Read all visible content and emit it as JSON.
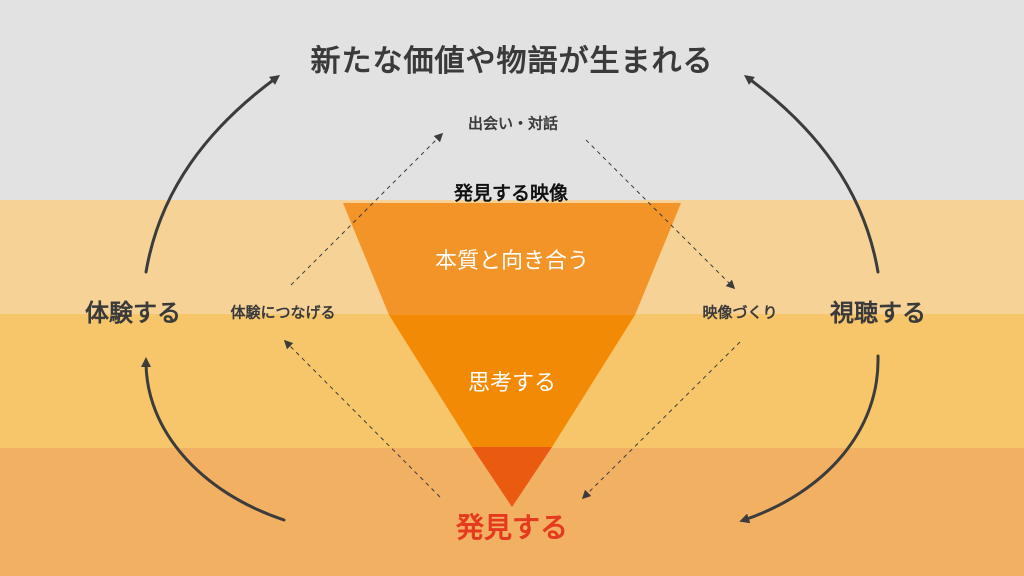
{
  "colors": {
    "gray_band": "#e2e2e2",
    "band_1": "#f6d296",
    "band_2": "#f7c66a",
    "band_3": "#f2b063",
    "triangle_top": "#f29427",
    "triangle_mid": "#f28a05",
    "triangle_tip": "#ea5a10",
    "arrow": "#3c3c3c",
    "accent_red": "#e63a1e"
  },
  "labels": {
    "top_title": "新たな価値や物語が生まれる",
    "encounter": "出会い・対話",
    "discover_video": "発見する映像",
    "face_essence": "本質と向き合う",
    "think": "思考する",
    "discover": "発見する",
    "experience": "体験する",
    "connect_experience": "体験につなげる",
    "make_video": "映像づくり",
    "watch": "視聴する"
  }
}
